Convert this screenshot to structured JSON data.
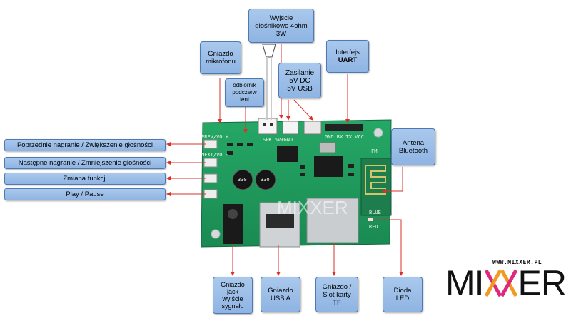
{
  "callouts": {
    "speaker": [
      "Wyjście",
      "głośnikowe 4ohm",
      "3W"
    ],
    "mic": [
      "Gniazdo",
      "mikrofonu"
    ],
    "ir": [
      "odbiornik",
      "podczerw",
      "ieni"
    ],
    "power": [
      "Zasilanie",
      "5V DC",
      "5V USB"
    ],
    "uart": [
      "Interfejs",
      "UART"
    ],
    "antenna": [
      "Antena",
      "Bluetooth"
    ],
    "jack": [
      "Gniazdo",
      "jack",
      "wyjście",
      "sygnału"
    ],
    "usb": [
      "Gniazdo",
      "USB A"
    ],
    "tf": [
      "Gniazdo /",
      "Slot karty",
      "TF"
    ],
    "led": [
      "Dioda",
      "LED"
    ]
  },
  "side_labels": [
    "Poprzednie nagranie / Zwiększenie głośności",
    "Następne nagranie / Zmniejszenie głośności",
    "Zmiana funkcji",
    "Play / Pause"
  ],
  "board_labels": {
    "prev": "PREV/VOL+",
    "next": "NEXT/VOL-",
    "uart_pins": "GND RX TX VCC",
    "spk": "SPK 5V+GND",
    "fm": "FM",
    "red": "RED",
    "blue": "BLUE",
    "cap1": "330",
    "cap2": "330",
    "watermark": "MIXXER"
  },
  "logo": {
    "url": "WWW.MIXXER.PL",
    "word_left": "MI",
    "word_right": "ER"
  },
  "colors": {
    "callout_fill": "#98bbe6",
    "callout_border": "#4f79b3",
    "arrow": "#d9322b",
    "pcb": "#1f9a5c",
    "logo_magenta": "#e0287a",
    "logo_orange": "#f29a1f"
  }
}
